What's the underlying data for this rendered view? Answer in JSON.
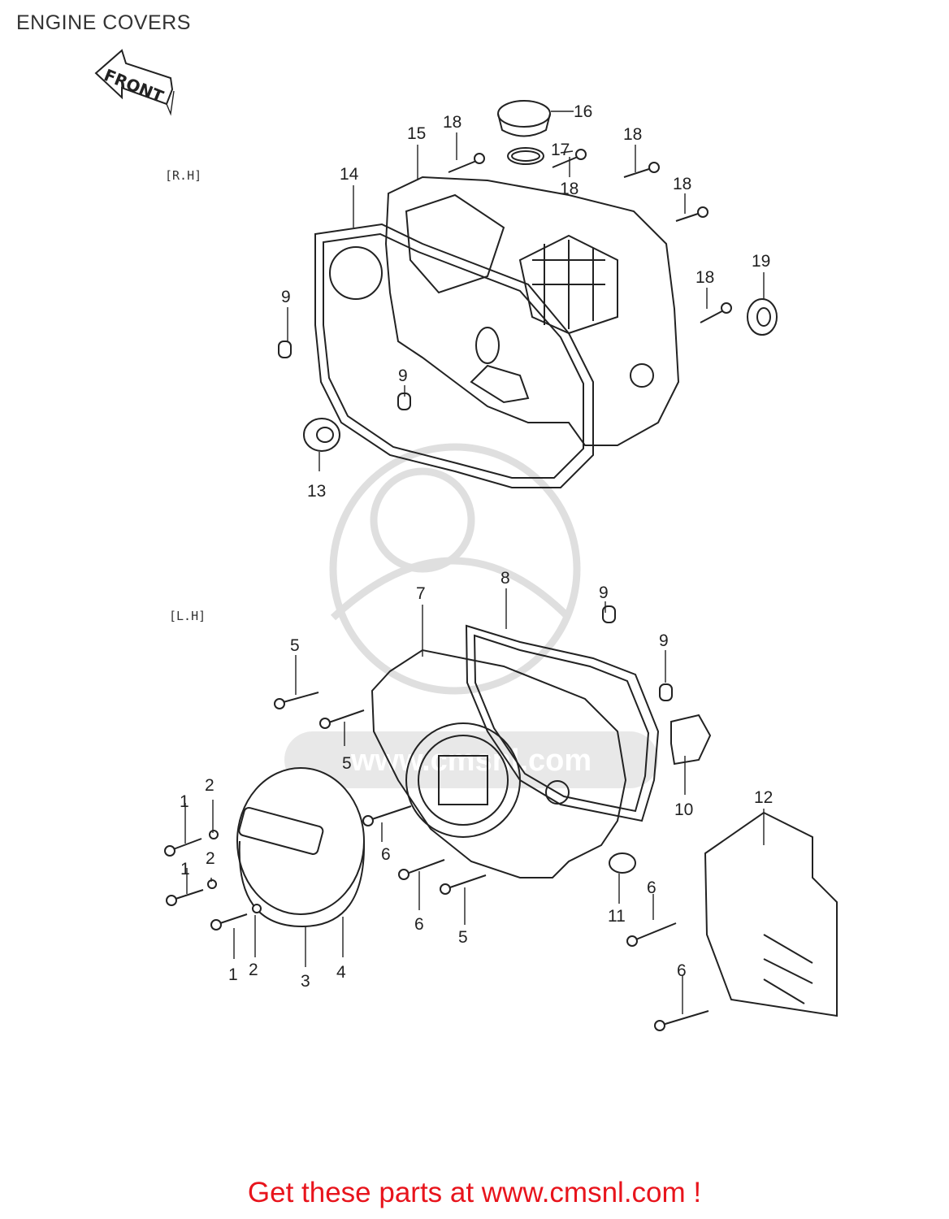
{
  "page": {
    "title": "ENGINE COVERS"
  },
  "watermark": {
    "text": "www.cmsnl.com"
  },
  "front_arrow": {
    "label": "FRONT"
  },
  "sections": {
    "right_hand": "[R.H]",
    "left_hand": "[L.H]"
  },
  "callouts": [
    {
      "id": "c16",
      "text": "16"
    },
    {
      "id": "c18a",
      "text": "18"
    },
    {
      "id": "c15",
      "text": "15"
    },
    {
      "id": "c17",
      "text": "17"
    },
    {
      "id": "c18b",
      "text": "18"
    },
    {
      "id": "c18c",
      "text": "18"
    },
    {
      "id": "c18d",
      "text": "18"
    },
    {
      "id": "c14",
      "text": "14"
    },
    {
      "id": "c19",
      "text": "19"
    },
    {
      "id": "c18e",
      "text": "18"
    },
    {
      "id": "c9a",
      "text": "9"
    },
    {
      "id": "c9b",
      "text": "9"
    },
    {
      "id": "c13",
      "text": "13"
    },
    {
      "id": "c8",
      "text": "8"
    },
    {
      "id": "c7",
      "text": "7"
    },
    {
      "id": "c9c",
      "text": "9"
    },
    {
      "id": "c9d",
      "text": "9"
    },
    {
      "id": "c5a",
      "text": "5"
    },
    {
      "id": "c5b",
      "text": "5"
    },
    {
      "id": "c10",
      "text": "10"
    },
    {
      "id": "c12",
      "text": "12"
    },
    {
      "id": "c1a",
      "text": "1"
    },
    {
      "id": "c2a",
      "text": "2"
    },
    {
      "id": "c2b",
      "text": "2"
    },
    {
      "id": "c1b",
      "text": "1"
    },
    {
      "id": "c6a",
      "text": "6"
    },
    {
      "id": "c6b",
      "text": "6"
    },
    {
      "id": "c5c",
      "text": "5"
    },
    {
      "id": "c11",
      "text": "11"
    },
    {
      "id": "c6c",
      "text": "6"
    },
    {
      "id": "c6d",
      "text": "6"
    },
    {
      "id": "c1c",
      "text": "1"
    },
    {
      "id": "c2c",
      "text": "2"
    },
    {
      "id": "c3",
      "text": "3"
    },
    {
      "id": "c4",
      "text": "4"
    }
  ],
  "cta": {
    "text": "Get these parts at www.cmsnl.com !",
    "color": "#e8141c"
  }
}
